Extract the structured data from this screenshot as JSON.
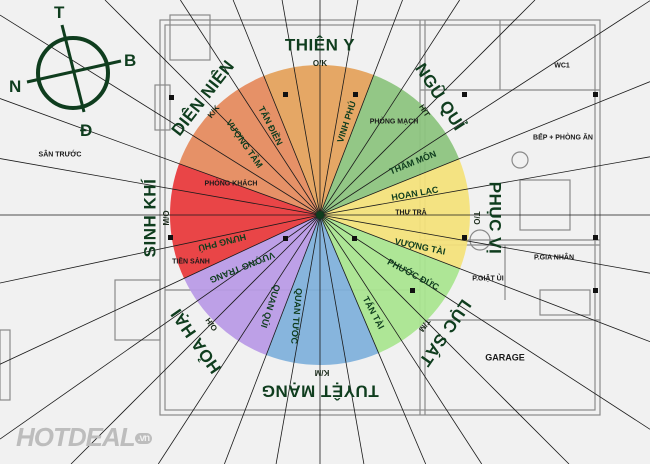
{
  "directions": {
    "thien_y": {
      "name": "THIÊN Y",
      "code": "O/K",
      "color": "#e4a15a"
    },
    "dien_nien": {
      "name": "DIÊN NIÊN",
      "code": "K/K",
      "color": "#e58a5c"
    },
    "ngu_qui": {
      "name": "NGŨ QUỈ",
      "code": "H/T",
      "color": "#8cc47e"
    },
    "phuc_vi": {
      "name": "PHỤC VỊ",
      "code": "T/O",
      "color": "#f4e27a"
    },
    "luc_sat": {
      "name": "LỤC SÁT",
      "code": "T/M",
      "color": "#a9e58f"
    },
    "tuyet_mang": {
      "name": "TUYỆT MẠNG",
      "code": "K/M",
      "color": "#7fb0dc"
    },
    "hoa_hai": {
      "name": "HỎA HẠI",
      "code": "O/H",
      "color": "#b99ae6"
    },
    "sinh_khi": {
      "name": "SINH KHÍ",
      "code": "M/O",
      "color": "#e8383a"
    }
  },
  "sub_sectors": {
    "vuong_tam": "VƯỢNG TÂM",
    "tan_dien": "TẤN ĐIỀN",
    "vinh_phu": "VINH PHÚ",
    "tham_mon": "THẨM MÔN",
    "hoan_lac": "HOAN LẠC",
    "vuong_tai": "VƯỢNG TÀI",
    "phuoc_duc": "PHƯỚC ĐỨC",
    "tan_tai": "TẤN TÀI",
    "quan_tuoc": "QUAN TƯỚC",
    "quan_qui": "QUAN QÚI",
    "vuong_trang": "VƯỢNG TRANG",
    "hung_phu": "HƯNG PHÚ"
  },
  "rooms": {
    "phong_khach": "PHÒNG KHÁCH",
    "phong_mach": "PHÒNG MẠCH",
    "thu_tra": "THƯ TRÀ",
    "tien_sanh": "TIỀN SẢNH",
    "san_truoc": "SÂN TRƯỚC",
    "wc1": "WC1",
    "bep_phong_an": "BẾP + PHÒNG ĂN",
    "p_gia_nhan": "P.GIA NHÂN",
    "p_giat_ui": "P.GIẶT ỦI",
    "garage": "GARAGE"
  },
  "compass": {
    "north": "T",
    "east": "B",
    "west": "N",
    "south": "Đ"
  },
  "watermark": {
    "brand": "HOTDEAL",
    "tld": ".vn"
  }
}
